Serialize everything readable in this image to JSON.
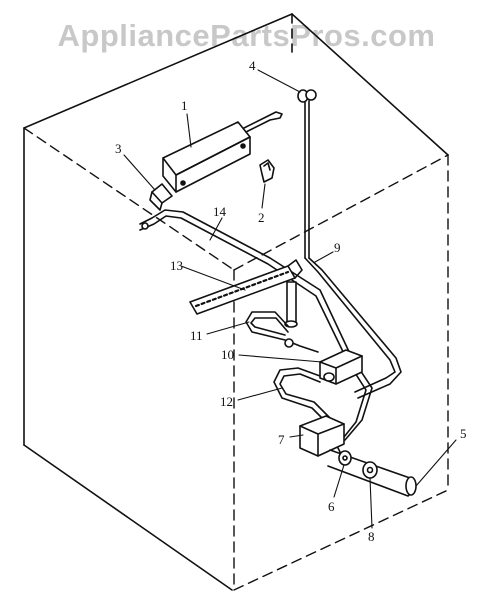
{
  "watermark": "AppliancePartsPros.com",
  "callouts": {
    "p1": "1",
    "p2": "2",
    "p3": "3",
    "p4": "4",
    "p5": "5",
    "p6": "6",
    "p7": "7",
    "p8": "8",
    "p9": "9",
    "p10": "10",
    "p11": "11",
    "p12": "12",
    "p13": "13",
    "p14": "14"
  }
}
